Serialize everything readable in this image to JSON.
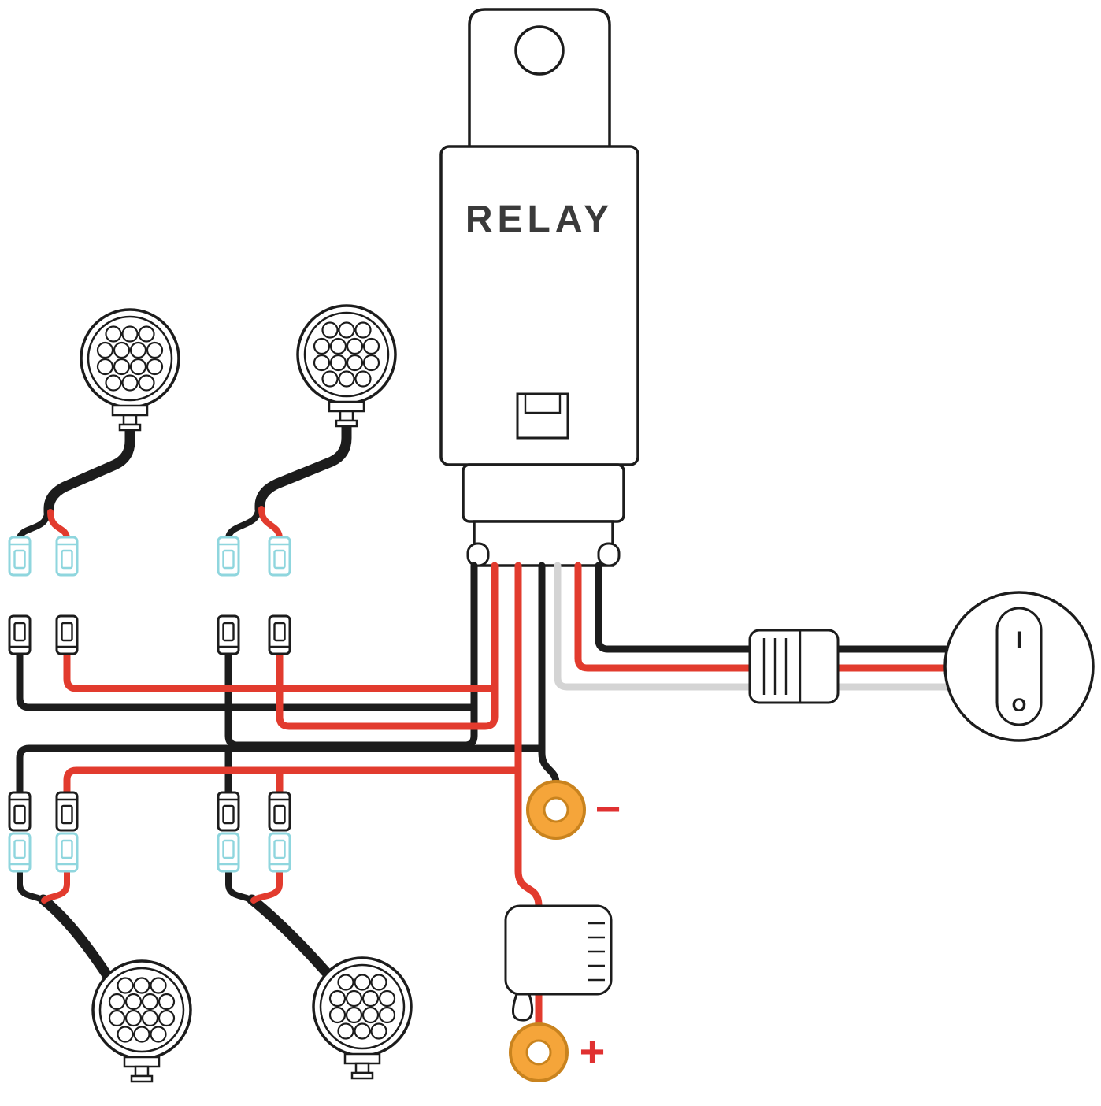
{
  "diagram": {
    "relay_label": "RELAY",
    "negative_terminal_label": "−",
    "positive_terminal_label": "+",
    "switch_on_label": "I",
    "switch_off_label": "O"
  },
  "colors": {
    "wire_red": "#e23b2e",
    "wire_black": "#1c1c1c",
    "wire_white": "#d4d4d4",
    "connector_cyan": "#8fd6de",
    "ring_orange": "#f5a53a",
    "ring_orange_dark": "#c9831e",
    "label_red": "#e03131"
  }
}
